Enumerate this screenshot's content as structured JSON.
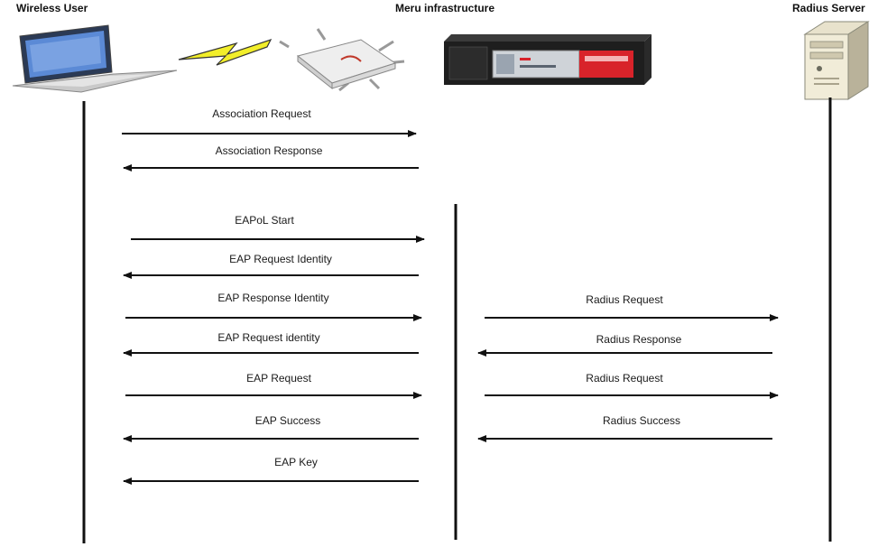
{
  "headers": {
    "wireless_user": "Wireless User",
    "infrastructure": "Meru infrastructure",
    "radius_server": "Radius Server"
  },
  "icons": {
    "laptop": "laptop-icon",
    "wireless_link": "lightning-bolt-icon",
    "access_point": "access-point-icon",
    "controller": "rack-controller-icon",
    "server": "server-tower-icon"
  },
  "messages": {
    "association_request": "Association Request",
    "association_response": "Association Response",
    "eapol_start": "EAPoL Start",
    "eap_request_identity_1": "EAP Request Identity",
    "eap_response_identity": "EAP Response Identity",
    "eap_request_identity_2": "EAP Request identity",
    "eap_request": "EAP Request",
    "eap_success": "EAP Success",
    "eap_key": "EAP Key",
    "radius_request_1": "Radius Request",
    "radius_response": "Radius Response",
    "radius_request_2": "Radius Request",
    "radius_success": "Radius Success"
  },
  "colors": {
    "line": "#111111",
    "controller_red": "#d8232a",
    "bolt_yellow": "#f2ee2a"
  }
}
